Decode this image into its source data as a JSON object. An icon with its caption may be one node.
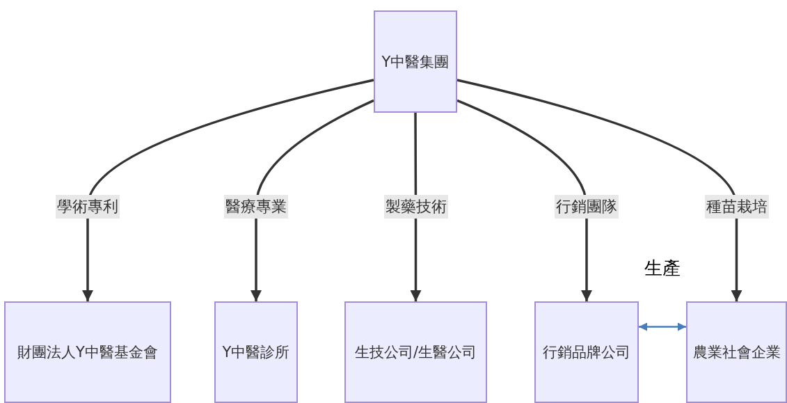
{
  "diagram": {
    "nodes": [
      {
        "text": [
          "Y中醫集團"
        ]
      },
      {
        "text": [
          "財團法人Y中醫基金會"
        ]
      },
      {
        "text": [
          "Y中醫診所"
        ]
      },
      {
        "text": [
          "生技公司/生醫公司"
        ]
      },
      {
        "text": [
          "行銷品牌公司"
        ]
      },
      {
        "text": [
          "農業社會企業"
        ]
      }
    ],
    "edges": [
      {
        "from": 0,
        "to": 1,
        "arrow": "to",
        "label": "學術專利"
      },
      {
        "from": 0,
        "to": 2,
        "arrow": "to",
        "label": "醫療專業"
      },
      {
        "from": 0,
        "to": 3,
        "arrow": "to",
        "label": "製藥技術"
      },
      {
        "from": 0,
        "to": 4,
        "arrow": "to",
        "label": "行銷團隊"
      },
      {
        "from": 0,
        "to": 5,
        "arrow": "to",
        "label": "種苗栽培"
      },
      {
        "from": 4,
        "to": 5,
        "arrow": "both",
        "label": "生產",
        "color": "#4a7ebb"
      }
    ]
  }
}
